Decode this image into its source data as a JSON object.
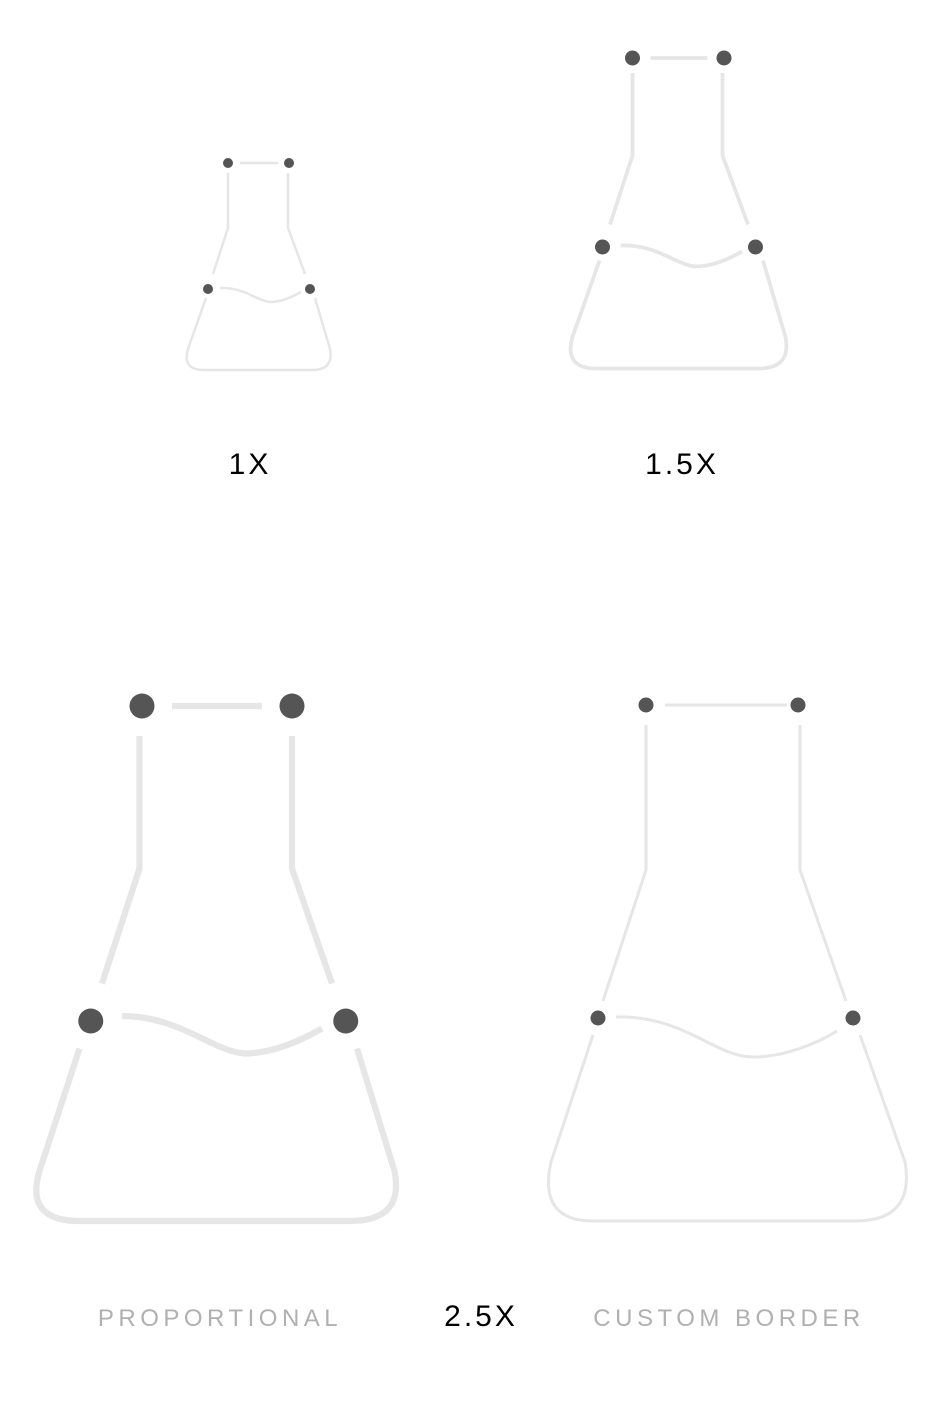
{
  "labels": {
    "scale_1x": "1X",
    "scale_1_5x": "1.5X",
    "scale_2_5x": "2.5X",
    "proportional": "PROPORTIONAL",
    "custom_border": "CUSTOM BORDER"
  },
  "colors": {
    "node": "#555555",
    "stroke": "#e6e6e6",
    "scale_text": "#000000",
    "mode_text": "#b0b0b0"
  }
}
